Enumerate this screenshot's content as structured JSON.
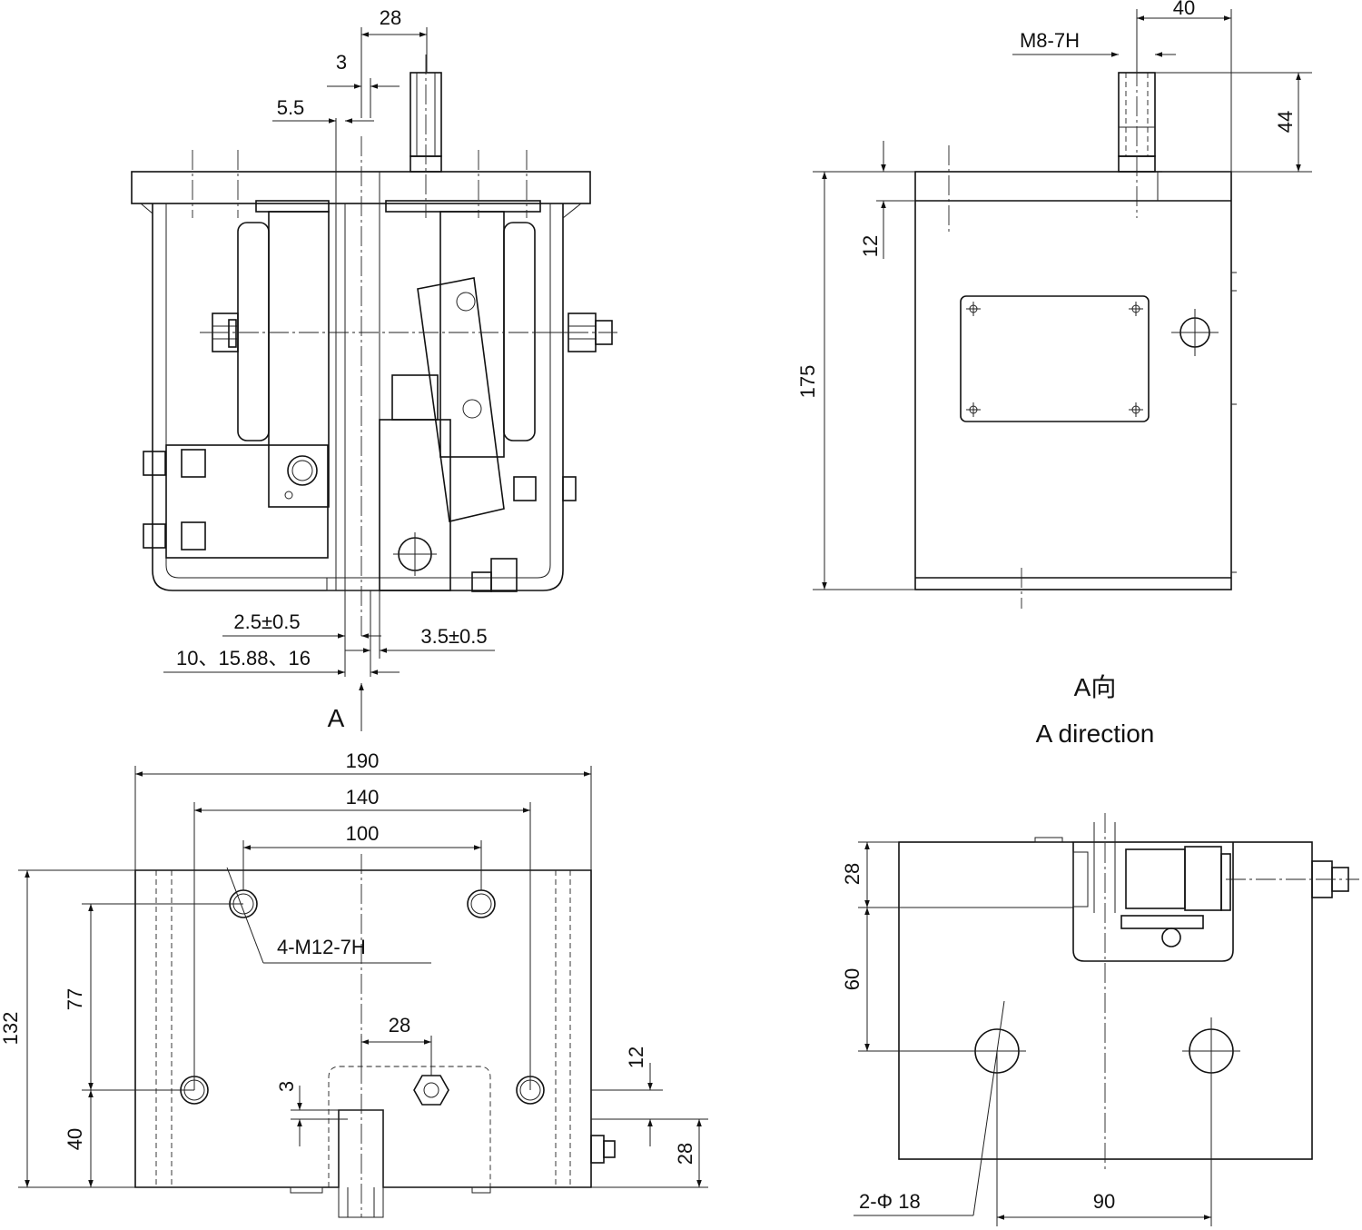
{
  "front_view": {
    "dims": {
      "top_28": "28",
      "top_3": "3",
      "top_5_5": "5.5",
      "bot_2_5": "2.5±0.5",
      "bot_3_5": "3.5±0.5",
      "bot_rail": "10、15.88、16"
    },
    "arrow_label": "A"
  },
  "a_view": {
    "dims": {
      "thread": "M8-7H",
      "d40": "40",
      "d44": "44",
      "d12": "12",
      "d175": "175"
    },
    "caption_cn": "A向",
    "caption_en": "A direction"
  },
  "bottom_view": {
    "dims": {
      "d190": "190",
      "d140": "140",
      "d100": "100",
      "holes": "4-M12-7H",
      "d77": "77",
      "d132": "132",
      "d40": "40",
      "d28a": "28",
      "d3": "3",
      "d12": "12",
      "d28b": "28"
    }
  },
  "side_view": {
    "dims": {
      "d28": "28",
      "d60": "60",
      "holes": "2-Φ 18",
      "d90": "90"
    }
  }
}
